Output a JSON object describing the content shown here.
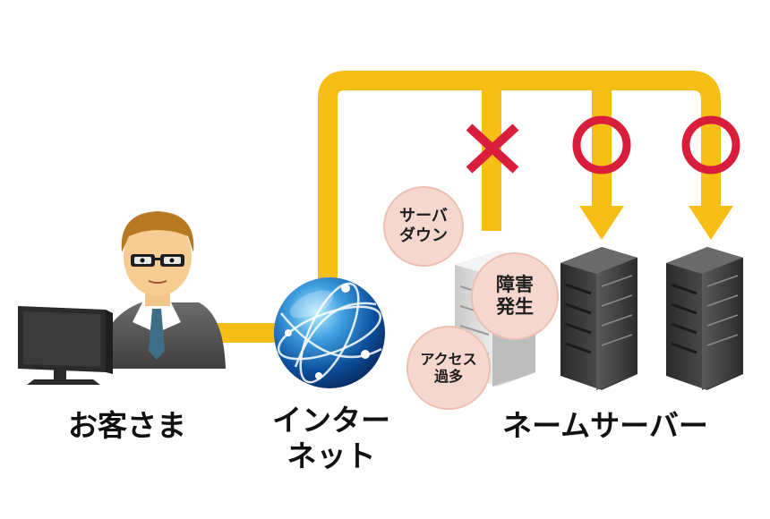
{
  "labels": {
    "customer": "お客さま",
    "internet_line1": "インター",
    "internet_line2": "ネット",
    "nameserver": "ネームサーバー"
  },
  "bubbles": {
    "server_down": [
      "サーバ",
      "ダウン"
    ],
    "failure": [
      "障害",
      "発生"
    ],
    "overload": [
      "アクセス",
      "過多"
    ]
  },
  "marks": {
    "fail": "×",
    "ok_1": "○",
    "ok_2": "○"
  },
  "colors": {
    "route": "#f7be16",
    "fail_mark": "#d81e3a",
    "ok_mark": "#d81e3a",
    "bubble_fill": "#f6d7cd"
  }
}
